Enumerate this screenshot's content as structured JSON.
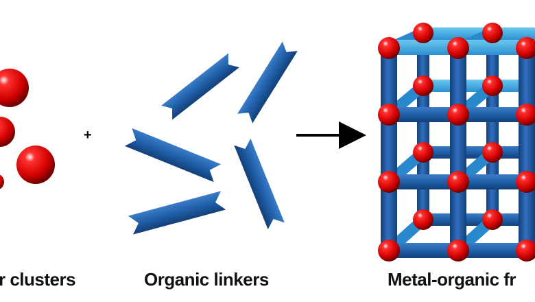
{
  "labels": {
    "metal_clusters": "r clusters",
    "organic_linkers": "Organic linkers",
    "mof": "Metal-organic fr"
  },
  "plus_sign": "+",
  "colors": {
    "sphere": "#e00000",
    "linker": "#1f5fa8",
    "linker_light": "#38a6e0",
    "arrow": "#000000"
  }
}
